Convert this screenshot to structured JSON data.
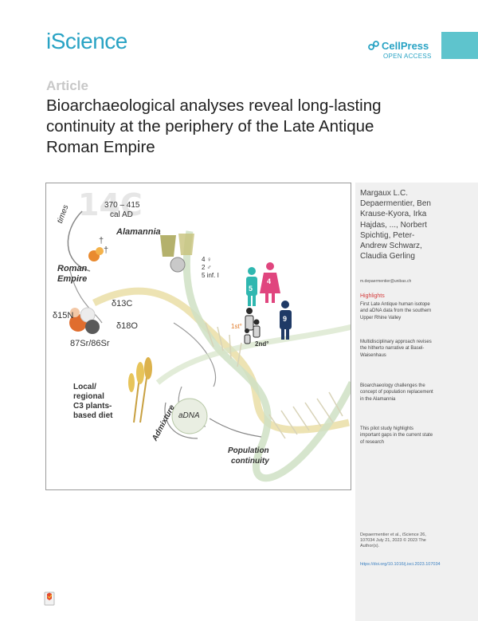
{
  "header": {
    "journal": "iScience",
    "publisher": "CellPress",
    "access": "OPEN ACCESS",
    "accent_color": "#29a3c4",
    "tab_color": "#5ec4cd"
  },
  "article_type": "Article",
  "title": "Bioarchaeological analyses reveal long-lasting continuity at the periphery of the Late Antique Roman Empire",
  "figure": {
    "dating_line1": "370 – 415",
    "dating_line2": "cal AD",
    "times": "times",
    "alamannia": "Alamannia",
    "roman_line1": "Roman",
    "roman_line2": "Empire",
    "d13c": "δ13C",
    "d15n": "δ15N",
    "d18o": "δ18O",
    "sr": "87Sr/86Sr",
    "sex_female": "4 ♀",
    "sex_male": "2 ♂",
    "infants": "5 inf. I",
    "count_male": "5",
    "count_female": "4",
    "count_group": "9",
    "first_degree": "1st°",
    "second_degree": "2nd°",
    "diet_line1": "Local/",
    "diet_line2": "regional",
    "diet_line3": "C3 plants-",
    "diet_line4": "based diet",
    "admixture": "Admixture",
    "adna": "aDNA",
    "pop_line1": "Population",
    "pop_line2": "continuity"
  },
  "sidebar": {
    "authors": "Margaux L.C. Depaermentier, Ben Krause-Kyora, Irka Hajdas, ..., Norbert Spichtig, Peter-Andrew Schwarz, Claudia Gerling",
    "email": "m.depaermentier@unibas.ch",
    "highlights_heading": "Highlights",
    "highlights": [
      "First Late Antique human isotope and aDNA data from the southern Upper Rhine Valley",
      "Multidisciplinary approach revises the hitherto narrative at Basel-Waisenhaus",
      "Bioarchaeology challenges the concept of population replacement in the Alamannia",
      "This pilot study highlights important gaps in the current state of research"
    ],
    "citation": "Depaermentier et al., iScience 26, 107034 July 21, 2023 © 2023 The Author(s).",
    "doi": "https://doi.org/10.1016/j.isci.2023.107034",
    "highlight_color": "#d43a3a"
  }
}
